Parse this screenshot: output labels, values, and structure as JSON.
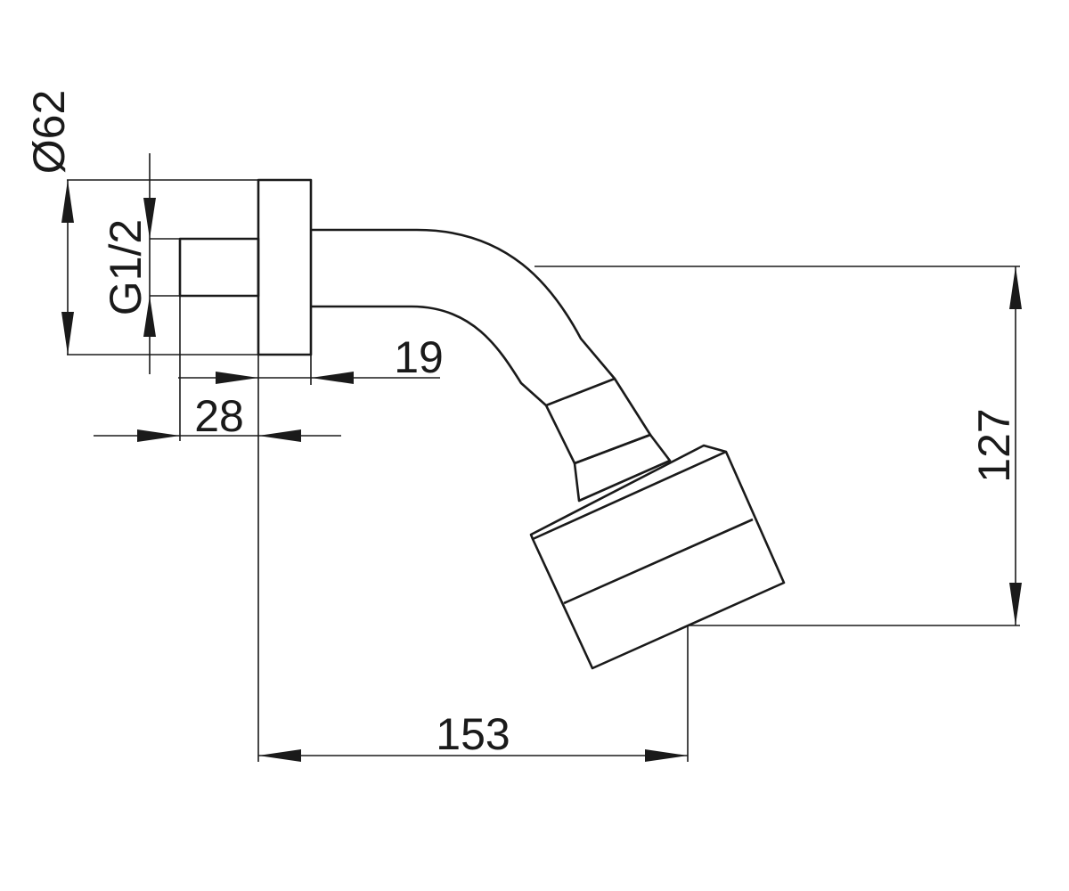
{
  "dimensions": {
    "diameter_flange": "Ø62",
    "thread": "G1/2",
    "flange_depth": "19",
    "thread_length": "28",
    "height_drop": "127",
    "horizontal_reach": "153"
  },
  "colors": {
    "line": "#1a1a1a",
    "background": "#ffffff"
  }
}
